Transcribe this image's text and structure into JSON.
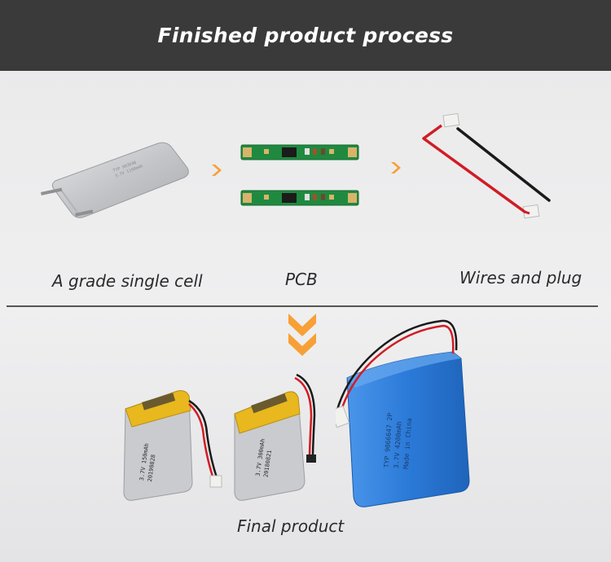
{
  "header": {
    "title": "Finished product process"
  },
  "components": [
    {
      "label": "A grade single cell"
    },
    {
      "label": "PCB"
    },
    {
      "label": "Wires and plug"
    }
  ],
  "final": {
    "label": "Final product"
  },
  "colors": {
    "header_bg": "#3a3a3a",
    "accent_orange": "#f7a036",
    "pcb_green": "#1f8a3f",
    "battery_blue": "#2b7ad8",
    "battery_silver": "#c9cbce",
    "tape_yellow": "#e8b81e",
    "wire_red": "#d11c24"
  },
  "icons": [
    "chevron-right-icon",
    "chevron-right-icon",
    "double-chevron-down-icon"
  ]
}
